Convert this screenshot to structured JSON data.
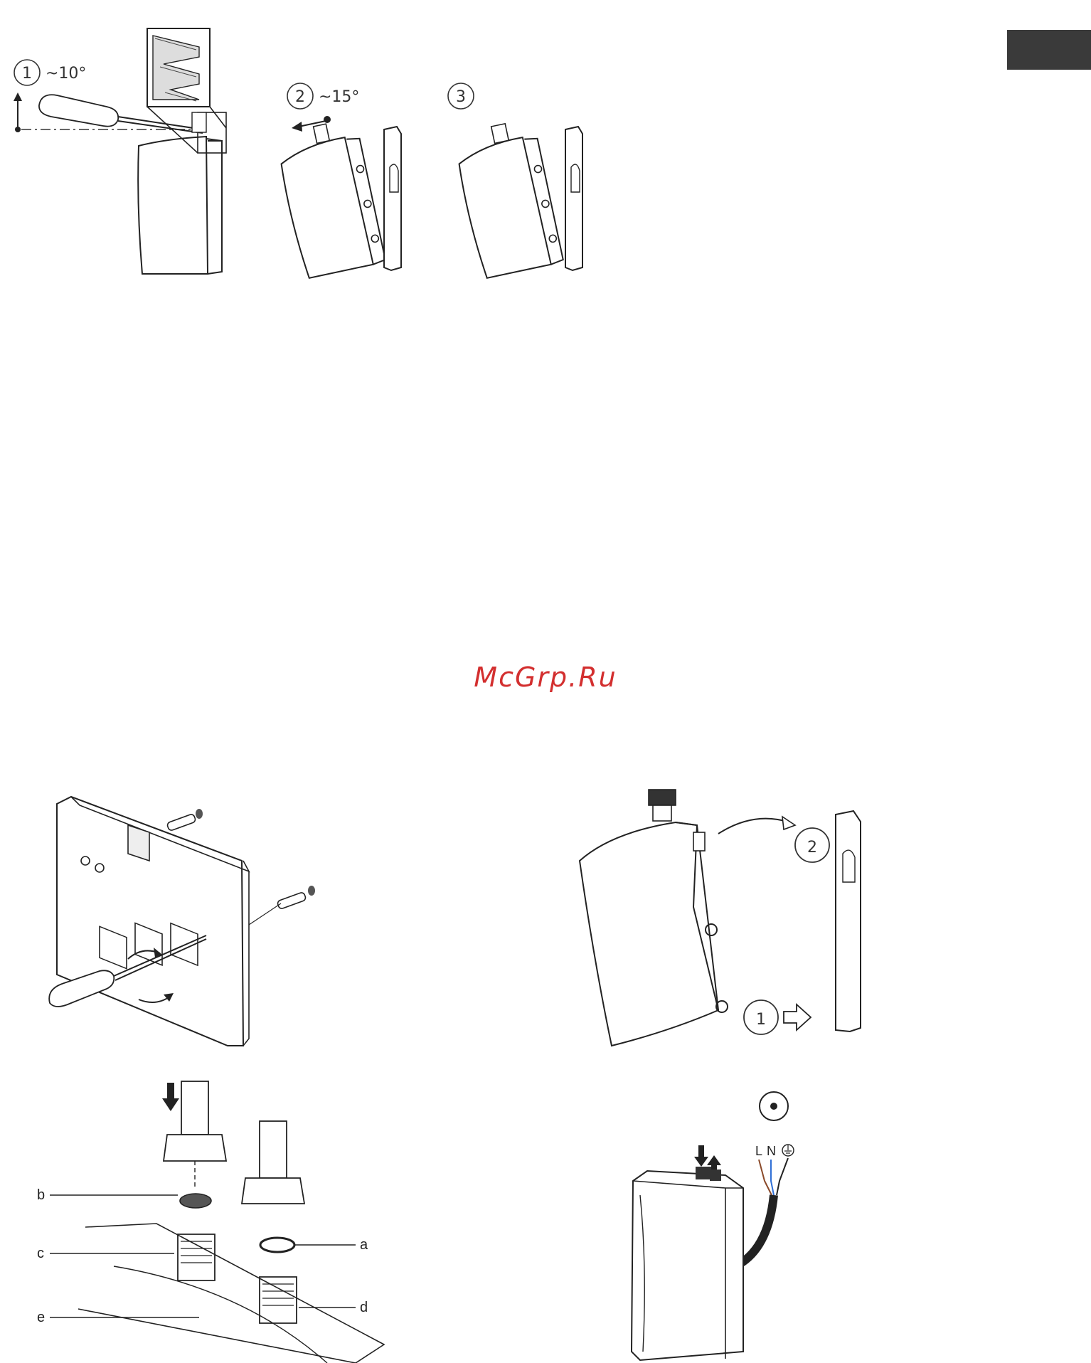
{
  "watermark": "McGrp.Ru",
  "colors": {
    "watermark": "#d32f2f",
    "tab": "#3a3a3a",
    "line": "#222222",
    "wire_blue": "#2f6fd6",
    "wire_brown": "#8a4a2a"
  },
  "figure_steps": {
    "step1": {
      "number": "1",
      "angle": "~10°"
    },
    "step2": {
      "number": "2",
      "angle": "~15°"
    },
    "step3": {
      "number": "3"
    }
  },
  "mount_steps": {
    "first": "1",
    "second": "2"
  },
  "pipe_labels": {
    "a": "a",
    "b": "b",
    "c": "c",
    "d": "d",
    "e": "e"
  },
  "wiring": {
    "L": "L",
    "N": "N",
    "earth_icon": "earth-ground-icon",
    "power_icon": "power-dot-icon"
  },
  "icons": [
    "screwdriver-icon",
    "arrow-up-icon",
    "arrow-down-icon",
    "arrow-right-icon",
    "curved-arrow-icon"
  ]
}
